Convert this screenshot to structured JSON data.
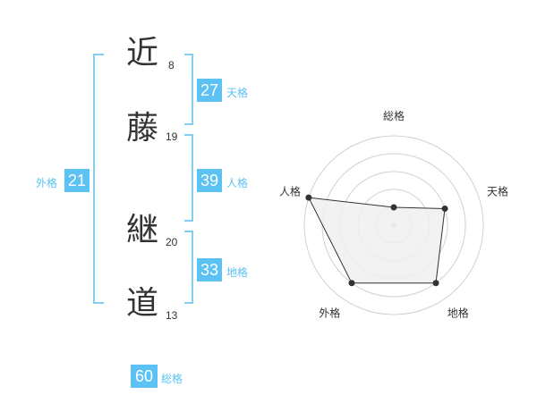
{
  "name": {
    "chars": [
      {
        "char": "近",
        "strokes": "8"
      },
      {
        "char": "藤",
        "strokes": "19"
      },
      {
        "char": "継",
        "strokes": "20"
      },
      {
        "char": "道",
        "strokes": "13"
      }
    ]
  },
  "fortunes": {
    "tenkaku": {
      "value": "27",
      "label": "天格"
    },
    "jinkaku": {
      "value": "39",
      "label": "人格"
    },
    "chikaku": {
      "value": "33",
      "label": "地格"
    },
    "gaikaku": {
      "value": "21",
      "label": "外格"
    },
    "soukaku": {
      "value": "60",
      "label": "総格"
    }
  },
  "radar": {
    "axes": [
      "総格",
      "天格",
      "地格",
      "外格",
      "人格"
    ],
    "values": [
      0.2,
      0.6,
      0.8,
      0.8,
      1.0
    ],
    "rings": 5,
    "colors": {
      "fill": "#f0f0f0",
      "line": "#333333",
      "grid": "#d0d0d0",
      "point": "#333333",
      "center": "#bbbbbb"
    }
  }
}
